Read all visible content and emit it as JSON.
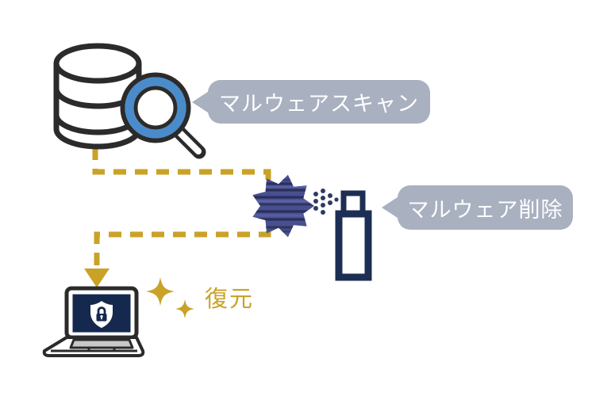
{
  "figure": {
    "type": "process-diagram",
    "background": "#FFFFFF",
    "steps": [
      {
        "id": "scan",
        "label": "マルウェアスキャン",
        "icon": "database-search-icon",
        "label_style": "speech-bubble"
      },
      {
        "id": "remove",
        "label": "マルウェア削除",
        "icon": "spray-bottle-malware-icon",
        "label_style": "speech-bubble"
      },
      {
        "id": "restore",
        "label": "復元",
        "icon": "laptop-shield-icon",
        "label_style": "plain-text"
      }
    ],
    "colors": {
      "flow_gold": "#C9A227",
      "bubble_gray": "#A9B0C0",
      "bubble_text": "#FFFFFF",
      "navy": "#1C2E53",
      "screen_navy": "#15294F",
      "magnifier_blue": "#4A8CCB",
      "malware_blue": "#4A5191",
      "malware_dark": "#2A2F5C",
      "outline_black": "#2B2B2B",
      "keyboard_gray": "#C8C8C8"
    },
    "flow": {
      "style": "dashed",
      "direction": "database → malware → laptop",
      "arrow_end": "laptop"
    }
  }
}
